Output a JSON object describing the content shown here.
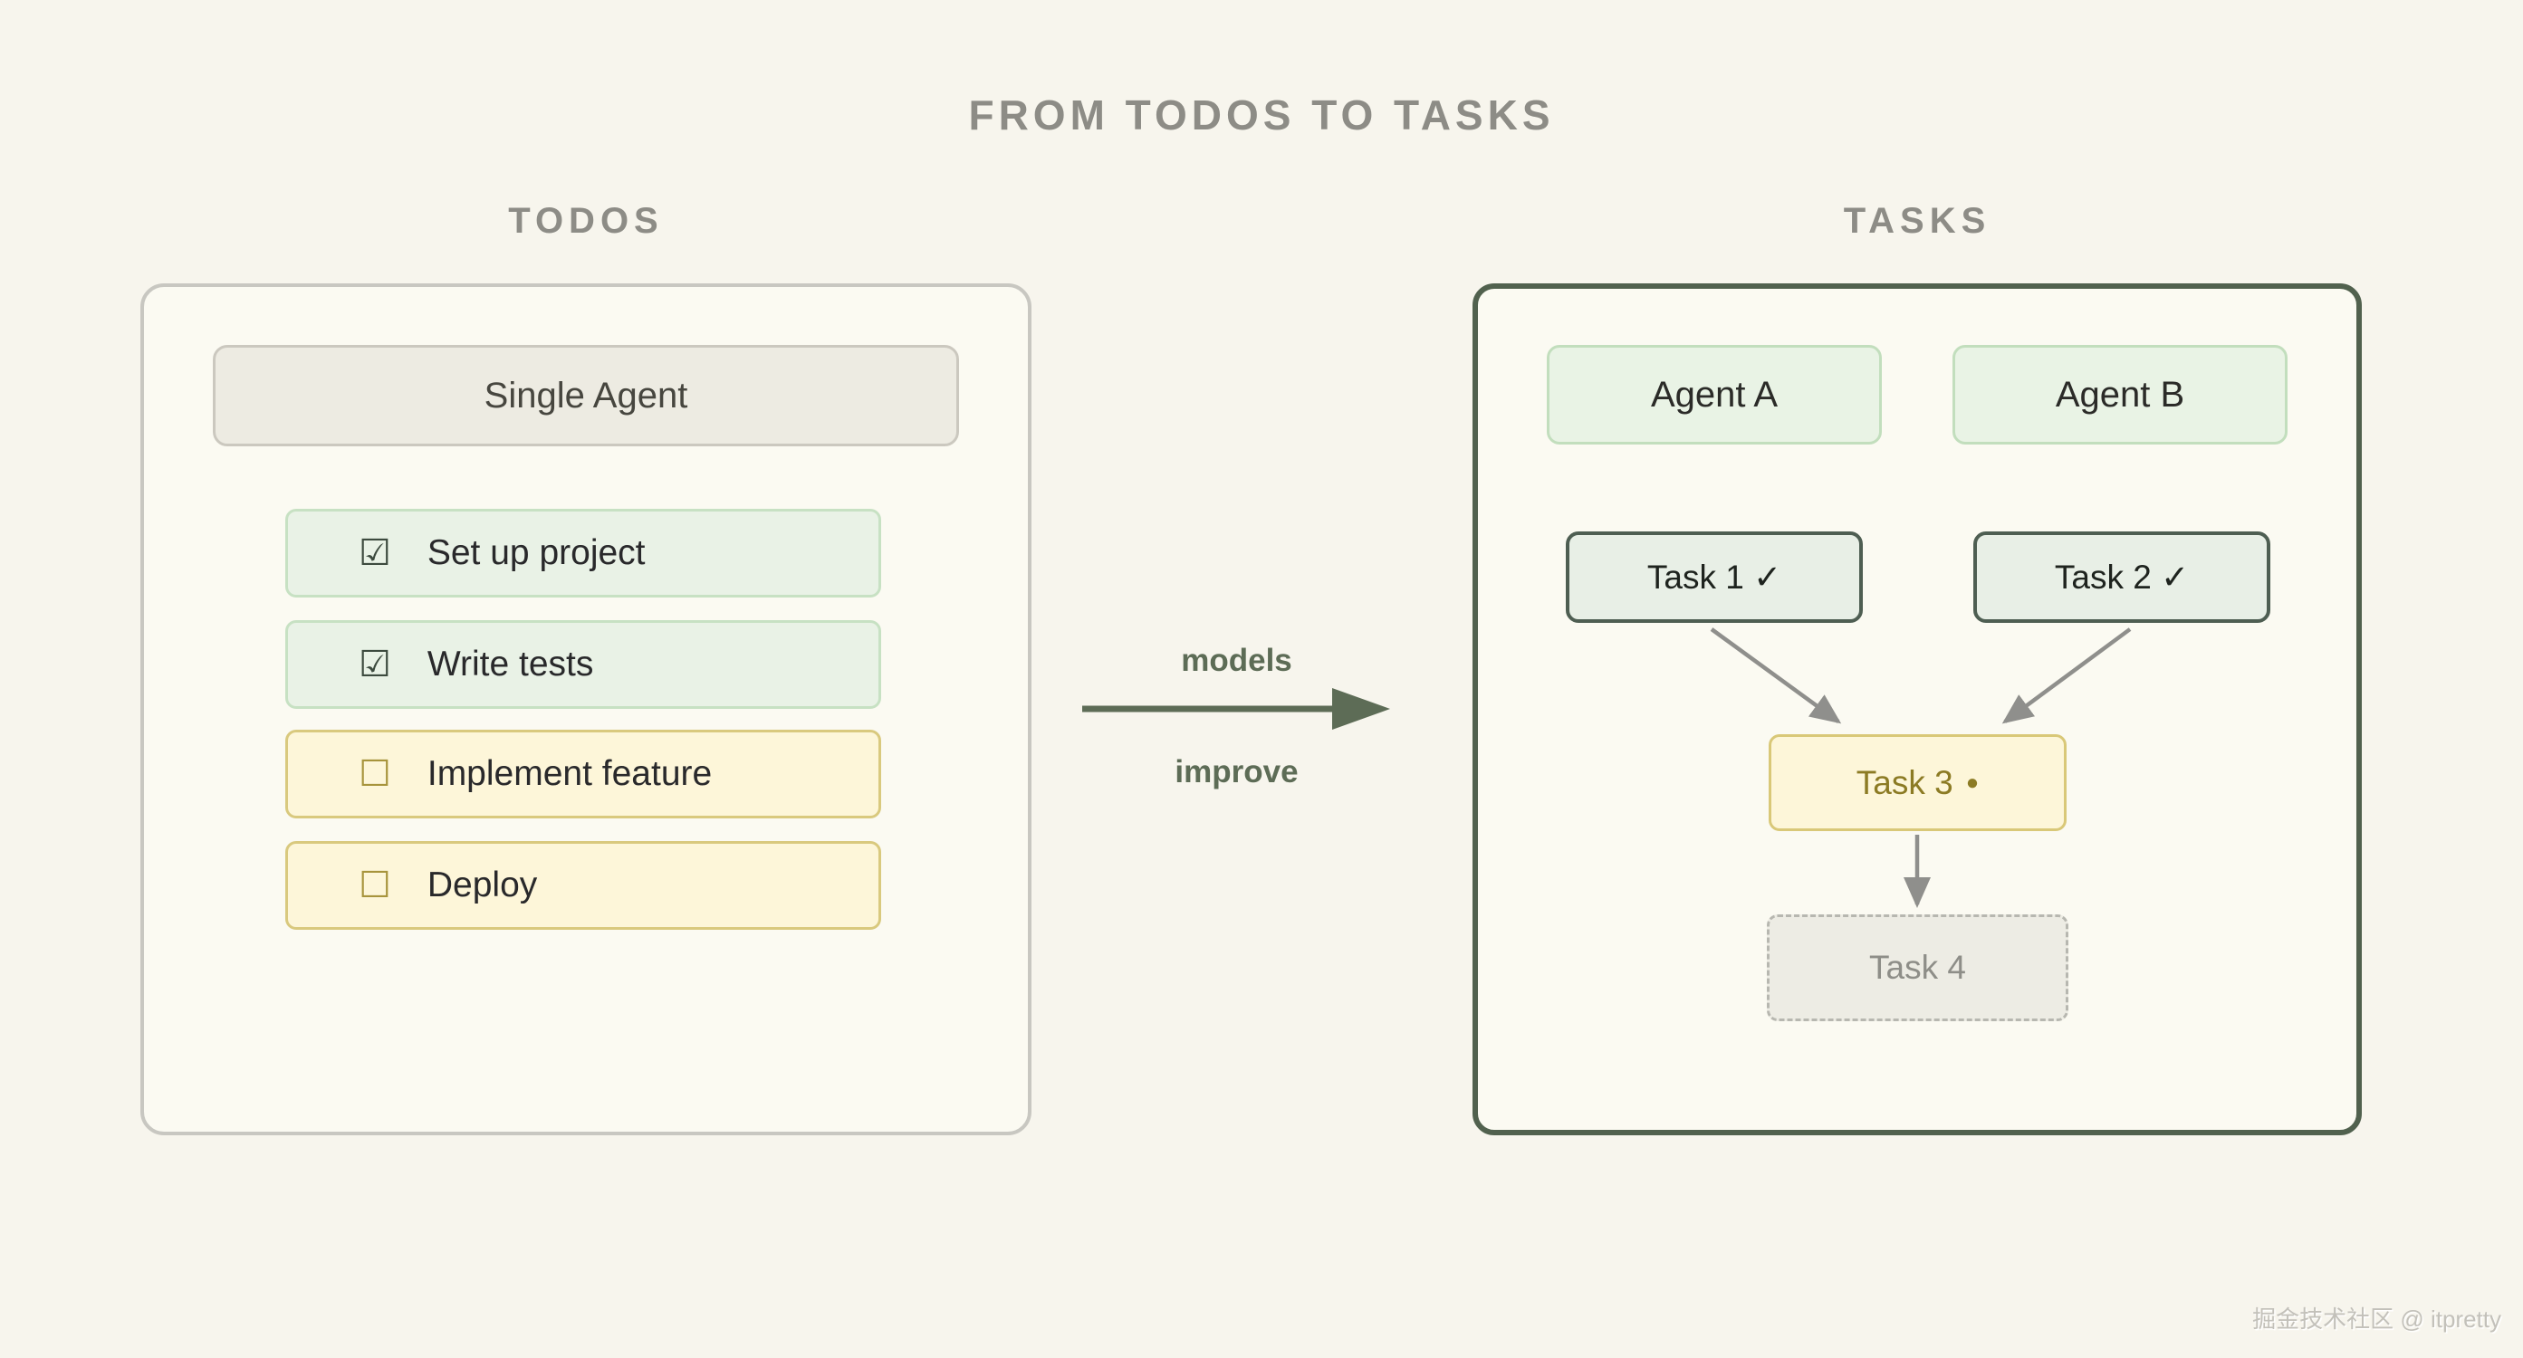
{
  "page": {
    "title": "FROM TODOS TO TASKS",
    "watermark": "掘金技术社区 @ itpretty"
  },
  "todos": {
    "heading": "TODOS",
    "agent_box_label": "Single Agent",
    "items": [
      {
        "checkbox": "☑",
        "label": "Set up project",
        "state": "done"
      },
      {
        "checkbox": "☑",
        "label": "Write tests",
        "state": "done"
      },
      {
        "checkbox": "☐",
        "label": "Implement feature",
        "state": "pending"
      },
      {
        "checkbox": "☐",
        "label": "Deploy",
        "state": "pending"
      }
    ]
  },
  "transition": {
    "top_label": "models",
    "bottom_label": "improve"
  },
  "tasks": {
    "heading": "TASKS",
    "agents": [
      {
        "label": "Agent A"
      },
      {
        "label": "Agent B"
      }
    ],
    "nodes": [
      {
        "label": "Task 1 ✓",
        "status": "done"
      },
      {
        "label": "Task 2 ✓",
        "status": "done"
      },
      {
        "label": "Task 3",
        "status": "in-progress",
        "status_dot": "●"
      },
      {
        "label": "Task 4",
        "status": "pending"
      }
    ],
    "edges": [
      {
        "from": "Task 1",
        "to": "Task 3"
      },
      {
        "from": "Task 2",
        "to": "Task 3"
      },
      {
        "from": "Task 3",
        "to": "Task 4"
      }
    ]
  },
  "colors": {
    "background": "#f7f5ed",
    "heading_gray": "#8d8c86",
    "done_bg": "#e9f2e6",
    "done_border": "#c7e1c3",
    "pending_bg": "#fdf6d9",
    "pending_border": "#d9c97e",
    "tasks_panel_border": "#51614e",
    "transition_green": "#5d6c56",
    "active_task_text": "#8c7b24",
    "connector_gray": "#8f8f8c"
  }
}
